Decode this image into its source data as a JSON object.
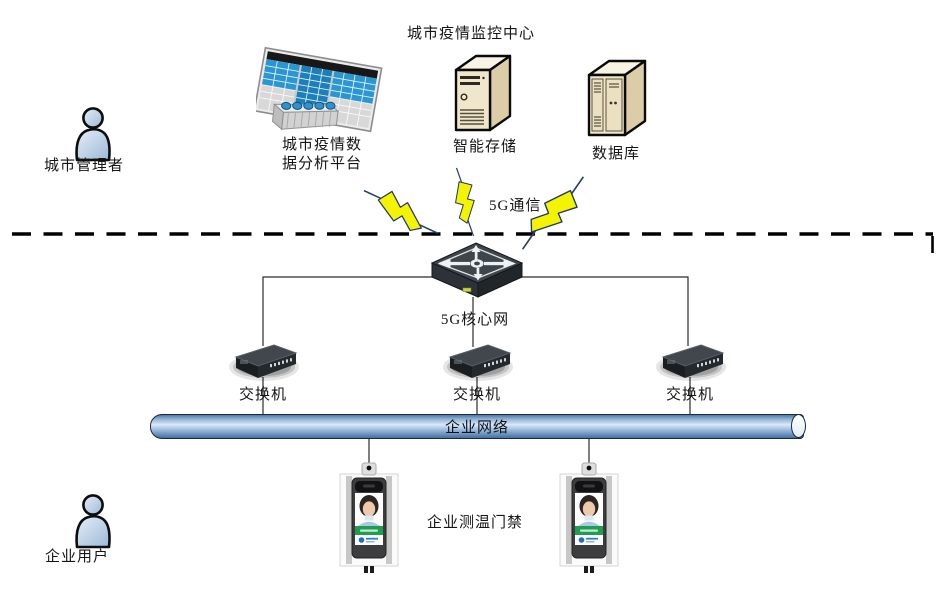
{
  "labels": {
    "monitoring_center": "城市疫情监控中心",
    "platform_line1": "城市疫情数",
    "platform_line2": "据分析平台",
    "storage": "智能存储",
    "database": "数据库",
    "city_manager": "城市管理者",
    "comm_5g": "5G通信",
    "core_5g": "5G核心网",
    "switches": [
      "交换机",
      "交换机",
      "交换机"
    ],
    "enterprise_network": "企业网络",
    "access_gate": "企业测温门禁",
    "enterprise_user": "企业用户"
  },
  "icons": {
    "city_manager": "person-icon",
    "enterprise_user": "person-icon",
    "analysis_platform": "video-wall-icon",
    "storage": "server-tower-icon",
    "database": "database-server-icon",
    "comm_5g": "lightning-bolt-icon",
    "core_router": "router-icon",
    "switch": "network-switch-icon",
    "enterprise_network": "network-pipe",
    "access_terminal": "face-temperature-terminal-icon"
  },
  "colors": {
    "background": "#ffffff",
    "connector_line": "#2b2b2b",
    "divider_dash": "#000000",
    "bolt_fill": "#f4f400",
    "bolt_outline": "#20386b",
    "pipe_fill": "#8fb3d8",
    "pipe_outline": "#182a47",
    "screen_blue": "#2a97d2",
    "server_beige": "#f0e6cc",
    "person_fill": "#bdd1e6",
    "terminal_body": "#3d3d3f",
    "banner_green": "#1e9e4e",
    "text": "#161616"
  }
}
